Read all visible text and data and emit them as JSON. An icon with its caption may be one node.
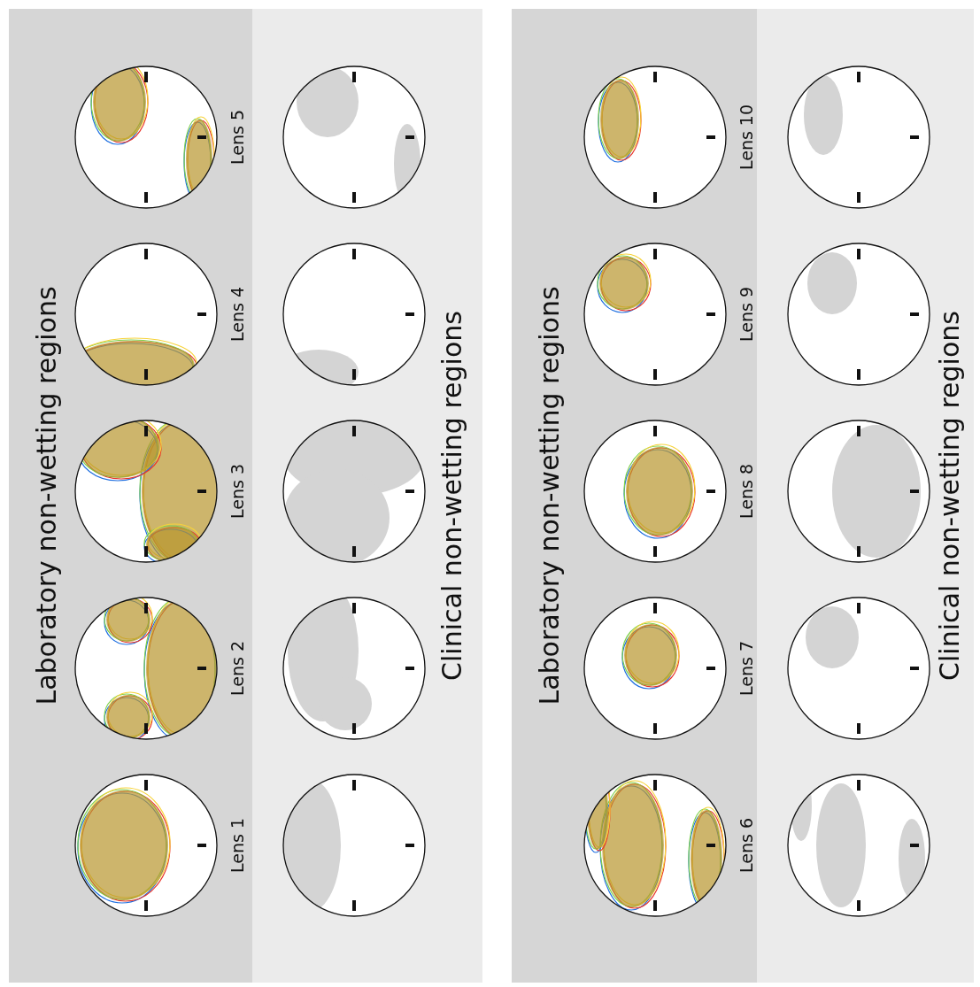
{
  "diagram": {
    "nodes": [
      {
        "text": [
          "Laboratory non-wetting regions"
        ]
      },
      {
        "text": [],
        "shape": "circle",
        "in": 0,
        "beside": [
          "Lens 1"
        ]
      },
      {
        "text": [],
        "shape": "circle",
        "in": 0,
        "beside": [
          "Lens 2"
        ]
      },
      {
        "text": [],
        "shape": "circle",
        "in": 0,
        "beside": [
          "Lens 3"
        ]
      },
      {
        "text": [],
        "shape": "circle",
        "in": 0,
        "beside": [
          "Lens 4"
        ]
      },
      {
        "text": [],
        "shape": "circle",
        "in": 0,
        "beside": [
          "Lens 5"
        ]
      },
      {
        "text": [
          "Clinical non-wetting regions"
        ]
      },
      {
        "text": [],
        "shape": "circle",
        "in": 6
      },
      {
        "text": [],
        "shape": "circle",
        "in": 6
      },
      {
        "text": [],
        "shape": "circle",
        "in": 6
      },
      {
        "text": [],
        "shape": "circle",
        "in": 6
      },
      {
        "text": [],
        "shape": "circle",
        "in": 6
      },
      {
        "text": [
          "Laboratory non-wetting regions"
        ]
      },
      {
        "text": [],
        "shape": "circle",
        "in": 12,
        "beside": [
          "Lens 6"
        ]
      },
      {
        "text": [],
        "shape": "circle",
        "in": 12,
        "beside": [
          "Lens 7"
        ]
      },
      {
        "text": [],
        "shape": "circle",
        "in": 12,
        "beside": [
          "Lens 8"
        ]
      },
      {
        "text": [],
        "shape": "circle",
        "in": 12,
        "beside": [
          "Lens 9"
        ]
      },
      {
        "text": [],
        "shape": "circle",
        "in": 12,
        "beside": [
          "Lens 10"
        ]
      },
      {
        "text": [
          "Clinical non-wetting regions"
        ]
      },
      {
        "text": [],
        "shape": "circle",
        "in": 18
      },
      {
        "text": [],
        "shape": "circle",
        "in": 18
      },
      {
        "text": [],
        "shape": "circle",
        "in": 18
      },
      {
        "text": [],
        "shape": "circle",
        "in": 18
      },
      {
        "text": [],
        "shape": "circle",
        "in": 18
      }
    ],
    "edges": []
  }
}
